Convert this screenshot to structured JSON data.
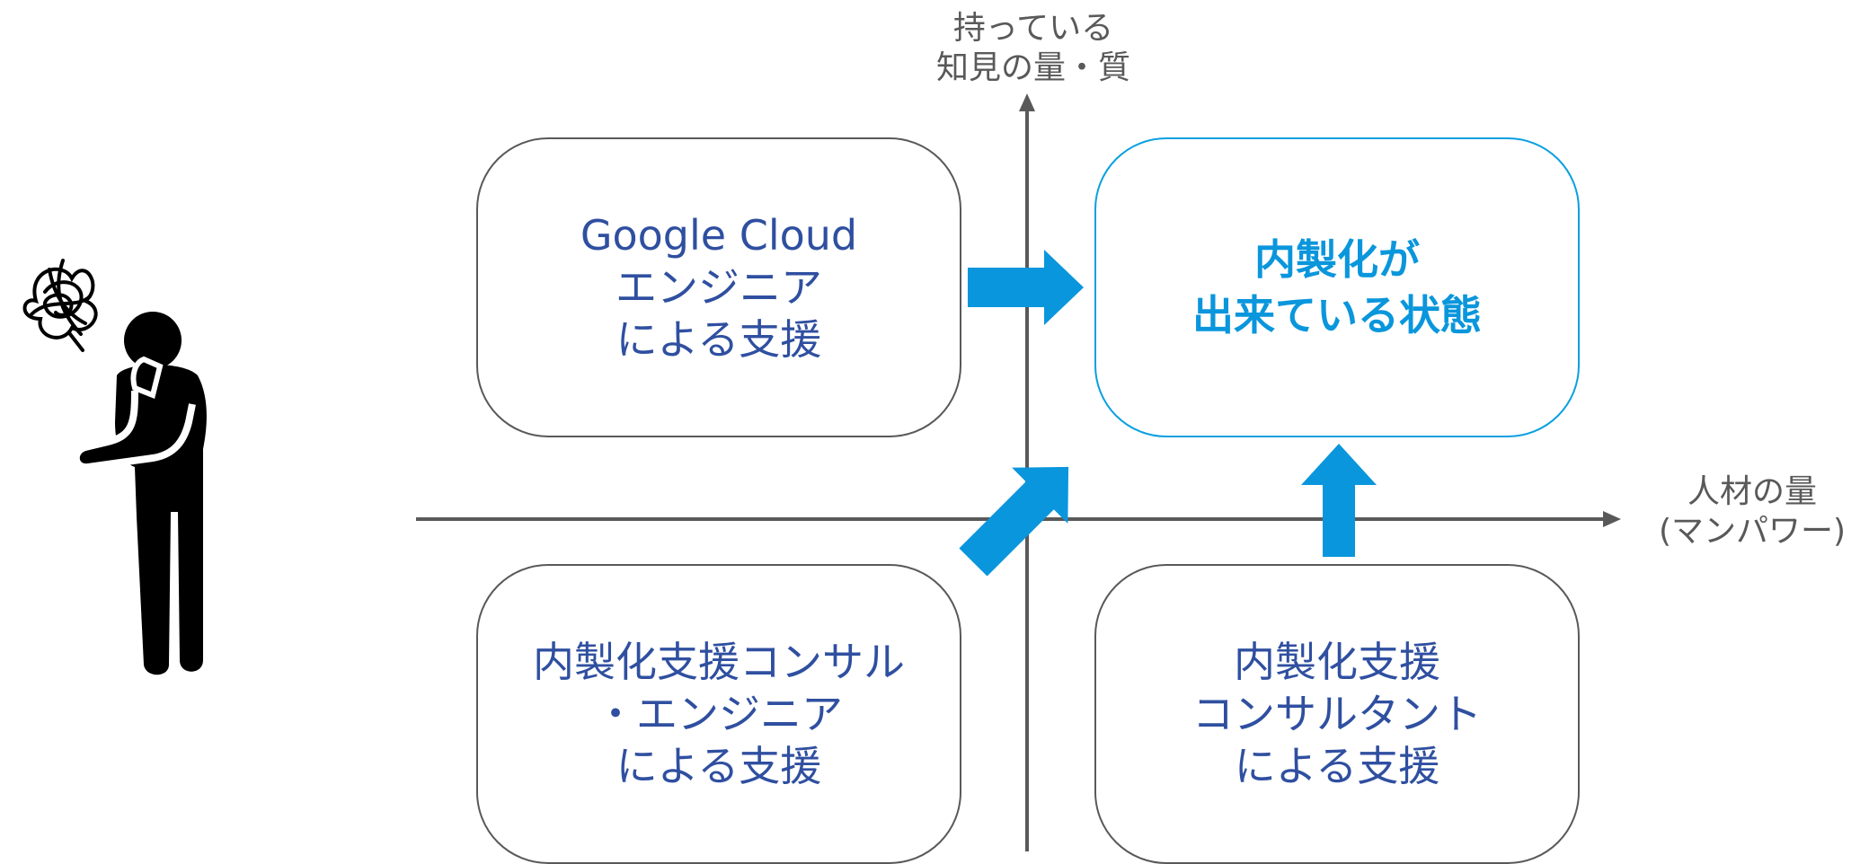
{
  "axes": {
    "y_label": "持っている\n知見の量・質",
    "x_label": "人材の量\n(マンパワー)"
  },
  "boxes": {
    "google_cloud_engineer": "Google Cloud\nエンジニア\nによる支援",
    "goal": "内製化が\n出来ている状態",
    "inhouse_consult_engineer": "内製化支援コンサル\n・エンジニア\nによる支援",
    "inhouse_consultant": "内製化支援\nコンサルタント\nによる支援"
  },
  "colors": {
    "axis": "#595959",
    "box_border": "#595959",
    "box_text": "#2f4fa0",
    "goal_accent": "#0a96dc",
    "arrow": "#0a96dc",
    "figure": "#000000"
  },
  "icons": {
    "figure": "confused-person-icon"
  }
}
